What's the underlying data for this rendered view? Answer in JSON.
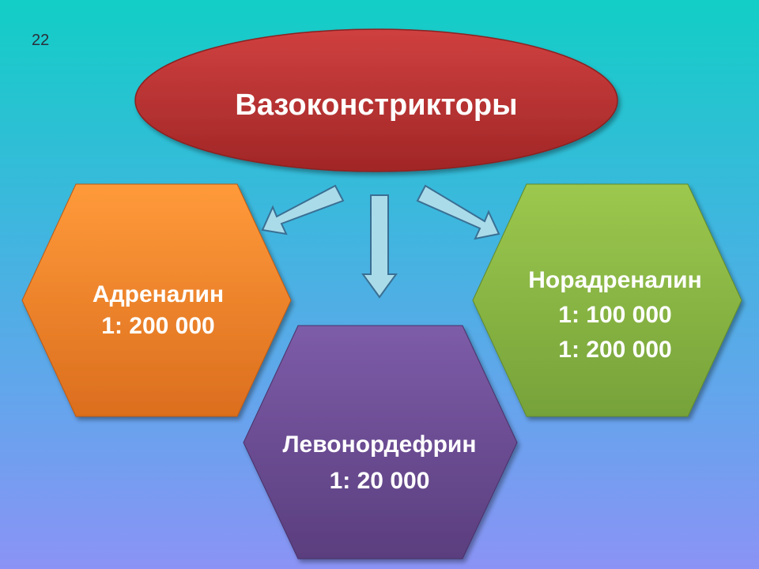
{
  "slide": {
    "number": "22"
  },
  "diagram": {
    "title": "Вазоконстрикторы",
    "nodes": [
      {
        "name": "Адреналин",
        "lines": [
          "1: 200 000"
        ],
        "color": "#f07a22"
      },
      {
        "name": "Левонордефрин",
        "lines": [
          "1: 20 000"
        ],
        "color": "#6a4a8f"
      },
      {
        "name": "Норадреналин",
        "lines": [
          "1: 100 000",
          "1: 200 000"
        ],
        "color": "#8ab846"
      }
    ],
    "title_color": "#b52e2e",
    "arrow_color": "#9ed6e6"
  }
}
